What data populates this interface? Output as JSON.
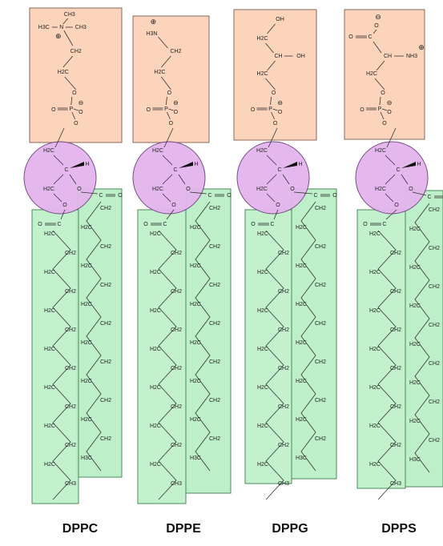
{
  "colors": {
    "head_fill": "#fcd4bc",
    "head_stroke": "#8a6a5a",
    "glycerol_fill": "#e3b4ec",
    "glycerol_stroke": "#7a4b87",
    "chain_fill": "#bdf0c8",
    "chain_stroke": "#4a8a5a",
    "bond": "#333333"
  },
  "lipids": [
    {
      "name": "DPPC",
      "head_labels": [
        "CH3",
        "H3C",
        "N",
        "CH3",
        "⊕",
        "CH2",
        "H2C",
        "O",
        "O",
        "P",
        "O",
        "O",
        "⊖",
        "O"
      ],
      "glycerol_labels": [
        "H2C",
        "C",
        "H",
        "H2C",
        "O",
        "O",
        "O"
      ],
      "chain_labels": [
        "C",
        "O",
        "H2C",
        "CH2",
        "H2C",
        "CH2",
        "H2C",
        "CH2",
        "H2C",
        "CH2",
        "H2C",
        "CH3",
        "C",
        "O",
        "CH2",
        "H2C",
        "CH2",
        "H2C",
        "CH2",
        "H2C",
        "CH2",
        "H2C",
        "CH2",
        "H3C"
      ]
    },
    {
      "name": "DPPE",
      "head_labels": [
        "⊕",
        "H3N",
        "CH2",
        "H2C",
        "O",
        "O",
        "P",
        "O",
        "O",
        "⊖",
        "O"
      ],
      "glycerol_labels": [
        "H2C",
        "C",
        "H",
        "H2C",
        "O",
        "O",
        "O"
      ],
      "chain_labels": [
        "C",
        "O",
        "H2C",
        "CH2",
        "H2C",
        "CH2",
        "H2C",
        "CH2",
        "H2C",
        "CH2",
        "H2C",
        "CH3",
        "C",
        "O",
        "CH2",
        "H2C",
        "CH2",
        "H2C",
        "CH2",
        "H2C",
        "CH2",
        "H2C",
        "CH2",
        "H3C"
      ]
    },
    {
      "name": "DPPG",
      "head_labels": [
        "OH",
        "H2C",
        "CH",
        "OH",
        "H2C",
        "O",
        "O",
        "P",
        "O",
        "O",
        "⊖",
        "O"
      ],
      "glycerol_labels": [
        "H2C",
        "C",
        "H",
        "H2C",
        "O",
        "O",
        "O"
      ],
      "chain_labels": [
        "C",
        "O",
        "H2C",
        "CH2",
        "H2C",
        "CH2",
        "H2C",
        "CH2",
        "H2C",
        "CH2",
        "H2C",
        "CH3",
        "C",
        "O",
        "CH2",
        "H2C",
        "CH2",
        "H2C",
        "CH2",
        "H2C",
        "CH2",
        "H2C",
        "CH2",
        "H3C"
      ]
    },
    {
      "name": "DPPS",
      "head_labels": [
        "⊖",
        "O",
        "O",
        "C",
        "CH",
        "NH3",
        "⊕",
        "H2C",
        "O",
        "O",
        "P",
        "O",
        "O",
        "⊖",
        "O"
      ],
      "glycerol_labels": [
        "H2C",
        "C",
        "H",
        "H2C",
        "O",
        "O",
        "O"
      ],
      "chain_labels": [
        "C",
        "O",
        "H2C",
        "CH2",
        "H2C",
        "CH2",
        "H2C",
        "CH2",
        "H2C",
        "CH2",
        "H2C",
        "CH3",
        "C",
        "O",
        "CH2",
        "H2C",
        "CH2",
        "H2C",
        "CH2",
        "H2C",
        "CH2",
        "H2C",
        "CH2",
        "H3C"
      ]
    }
  ]
}
